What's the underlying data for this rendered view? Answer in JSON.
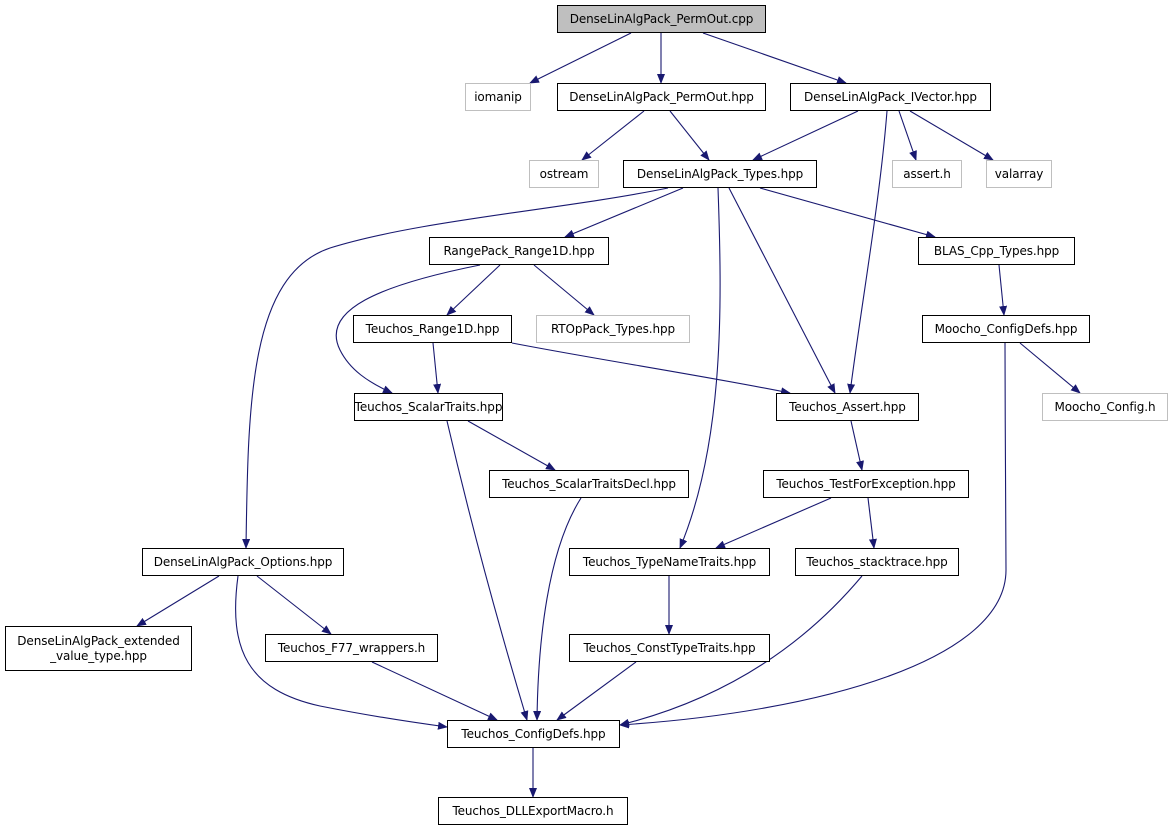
{
  "colors": {
    "edge": "#191970",
    "root_fill": "#bfbfbf",
    "local_border": "#000000",
    "external_border": "#bfbfbf"
  },
  "nodes": {
    "permout_cpp": {
      "label": "DenseLinAlgPack_PermOut.cpp",
      "kind": "root"
    },
    "iomanip": {
      "label": "iomanip",
      "kind": "external"
    },
    "permout_hpp": {
      "label": "DenseLinAlgPack_PermOut.hpp",
      "kind": "local"
    },
    "ivector_hpp": {
      "label": "DenseLinAlgPack_IVector.hpp",
      "kind": "local"
    },
    "ostream": {
      "label": "ostream",
      "kind": "external"
    },
    "types_hpp": {
      "label": "DenseLinAlgPack_Types.hpp",
      "kind": "local"
    },
    "assert_h": {
      "label": "assert.h",
      "kind": "external"
    },
    "valarray": {
      "label": "valarray",
      "kind": "external"
    },
    "range1d_rp": {
      "label": "RangePack_Range1D.hpp",
      "kind": "local"
    },
    "blas_types": {
      "label": "BLAS_Cpp_Types.hpp",
      "kind": "local"
    },
    "teuchos_range1d": {
      "label": "Teuchos_Range1D.hpp",
      "kind": "local"
    },
    "rtop_types": {
      "label": "RTOpPack_Types.hpp",
      "kind": "external"
    },
    "moocho_configdefs": {
      "label": "Moocho_ConfigDefs.hpp",
      "kind": "local"
    },
    "scalartraits": {
      "label": "Teuchos_ScalarTraits.hpp",
      "kind": "local"
    },
    "teuchos_assert": {
      "label": "Teuchos_Assert.hpp",
      "kind": "local"
    },
    "moocho_config": {
      "label": "Moocho_Config.h",
      "kind": "external"
    },
    "scalartraitsdecl": {
      "label": "Teuchos_ScalarTraitsDecl.hpp",
      "kind": "local"
    },
    "testforexception": {
      "label": "Teuchos_TestForException.hpp",
      "kind": "local"
    },
    "options_hpp": {
      "label": "DenseLinAlgPack_Options.hpp",
      "kind": "local"
    },
    "typenametraits": {
      "label": "Teuchos_TypeNameTraits.hpp",
      "kind": "local"
    },
    "stacktrace": {
      "label": "Teuchos_stacktrace.hpp",
      "kind": "local"
    },
    "extended_value": {
      "label": "DenseLinAlgPack_extended\n_value_type.hpp",
      "kind": "local"
    },
    "f77_wrappers": {
      "label": "Teuchos_F77_wrappers.h",
      "kind": "local"
    },
    "consttypetraits": {
      "label": "Teuchos_ConstTypeTraits.hpp",
      "kind": "local"
    },
    "teuchos_configdefs": {
      "label": "Teuchos_ConfigDefs.hpp",
      "kind": "local"
    },
    "dllexport": {
      "label": "Teuchos_DLLExportMacro.h",
      "kind": "local"
    }
  },
  "edges": [
    [
      "permout_cpp",
      "iomanip"
    ],
    [
      "permout_cpp",
      "permout_hpp"
    ],
    [
      "permout_cpp",
      "ivector_hpp"
    ],
    [
      "permout_hpp",
      "ostream"
    ],
    [
      "permout_hpp",
      "types_hpp"
    ],
    [
      "ivector_hpp",
      "types_hpp"
    ],
    [
      "ivector_hpp",
      "teuchos_assert"
    ],
    [
      "ivector_hpp",
      "assert_h"
    ],
    [
      "ivector_hpp",
      "valarray"
    ],
    [
      "types_hpp",
      "options_hpp"
    ],
    [
      "types_hpp",
      "range1d_rp"
    ],
    [
      "types_hpp",
      "typenametraits"
    ],
    [
      "types_hpp",
      "teuchos_assert"
    ],
    [
      "types_hpp",
      "blas_types"
    ],
    [
      "range1d_rp",
      "scalartraits"
    ],
    [
      "range1d_rp",
      "teuchos_range1d"
    ],
    [
      "range1d_rp",
      "rtop_types"
    ],
    [
      "blas_types",
      "moocho_configdefs"
    ],
    [
      "teuchos_range1d",
      "scalartraits"
    ],
    [
      "teuchos_range1d",
      "teuchos_assert"
    ],
    [
      "moocho_configdefs",
      "moocho_config"
    ],
    [
      "moocho_configdefs",
      "teuchos_configdefs"
    ],
    [
      "scalartraits",
      "scalartraitsdecl"
    ],
    [
      "scalartraits",
      "teuchos_configdefs"
    ],
    [
      "teuchos_assert",
      "testforexception"
    ],
    [
      "scalartraitsdecl",
      "teuchos_configdefs"
    ],
    [
      "testforexception",
      "typenametraits"
    ],
    [
      "testforexception",
      "stacktrace"
    ],
    [
      "options_hpp",
      "extended_value"
    ],
    [
      "options_hpp",
      "f77_wrappers"
    ],
    [
      "options_hpp",
      "teuchos_configdefs"
    ],
    [
      "typenametraits",
      "consttypetraits"
    ],
    [
      "stacktrace",
      "teuchos_configdefs"
    ],
    [
      "f77_wrappers",
      "teuchos_configdefs"
    ],
    [
      "consttypetraits",
      "teuchos_configdefs"
    ],
    [
      "teuchos_configdefs",
      "dllexport"
    ]
  ]
}
